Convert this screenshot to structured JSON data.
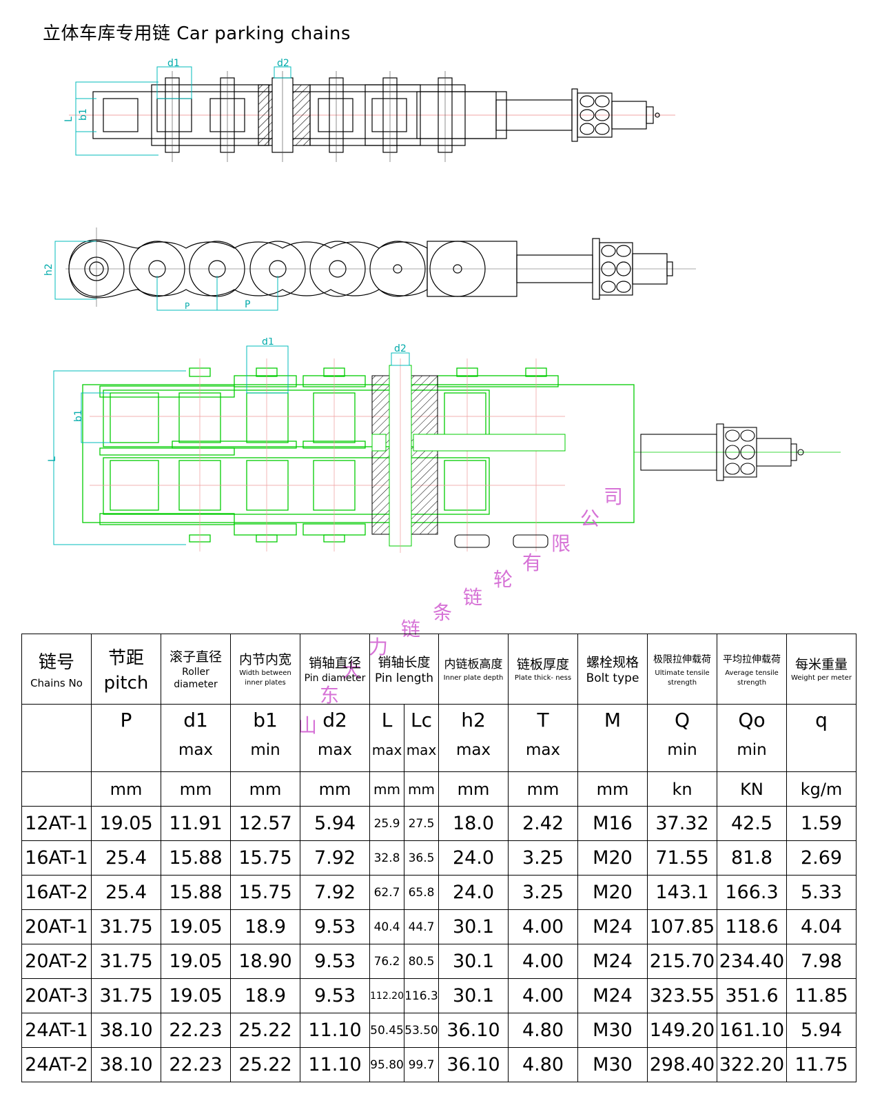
{
  "title": "立体车库专用链   Car parking   chains",
  "drawing_labels": {
    "top": {
      "d1": "d1",
      "d2": "d2",
      "b1": "b1",
      "L": "L"
    },
    "middle": {
      "h2": "h2",
      "p1": "P",
      "p2": "P"
    },
    "bottom": {
      "d1": "d1",
      "d2": "d2",
      "b1": "b1",
      "L": "L"
    }
  },
  "watermark": [
    "山",
    "东",
    "大",
    "力",
    "链",
    "条",
    "链",
    "轮",
    "有",
    "限",
    "公",
    "司"
  ],
  "table": {
    "headers": [
      {
        "zh": "链号",
        "en": "Chains  No",
        "sym": "",
        "lim": "",
        "unit": ""
      },
      {
        "zh": "节距",
        "en": "pitch",
        "sym": "P",
        "lim": "",
        "unit": "mm"
      },
      {
        "zh": "滚子直径",
        "en": "Roller diameter",
        "sym": "d1",
        "lim": "max",
        "unit": "mm"
      },
      {
        "zh": "内节内宽",
        "en": "Width between inner plates",
        "sym": "b1",
        "lim": "min",
        "unit": "mm"
      },
      {
        "zh": "销轴直径",
        "en": "Pin diameter",
        "sym": "d2",
        "lim": "max",
        "unit": "mm"
      },
      {
        "zh": "销轴长度",
        "en": "Pin length",
        "sym": "L",
        "lim": "max",
        "unit": "mm",
        "sym2": "Lc",
        "lim2": "max",
        "unit2": "mm"
      },
      {
        "zh": "内链板高度",
        "en": "Inner plate depth",
        "sym": "h2",
        "lim": "max",
        "unit": "mm"
      },
      {
        "zh": "链板厚度",
        "en": "Plate thick- ness",
        "sym": "T",
        "lim": "max",
        "unit": "mm"
      },
      {
        "zh": "螺栓规格",
        "en": "Bolt type",
        "sym": "M",
        "lim": "",
        "unit": "mm"
      },
      {
        "zh": "极限拉伸载荷",
        "en": "Ultimate tensile strength",
        "sym": "Q",
        "lim": "min",
        "unit": "kn"
      },
      {
        "zh": "平均拉伸载荷",
        "en": "Average tensile strength",
        "sym": "Qo",
        "lim": "min",
        "unit": "KN"
      },
      {
        "zh": "每米重量",
        "en": "Weight per meter",
        "sym": "q",
        "lim": "",
        "unit": "kg/m"
      }
    ],
    "rows": [
      [
        "12AT-1",
        "19.05",
        "11.91",
        "12.57",
        "5.94",
        "25.9",
        "27.5",
        "18.0",
        "2.42",
        "M16",
        "37.32",
        "42.5",
        "1.59"
      ],
      [
        "16AT-1",
        "25.4",
        "15.88",
        "15.75",
        "7.92",
        "32.8",
        "36.5",
        "24.0",
        "3.25",
        "M20",
        "71.55",
        "81.8",
        "2.69"
      ],
      [
        "16AT-2",
        "25.4",
        "15.88",
        "15.75",
        "7.92",
        "62.7",
        "65.8",
        "24.0",
        "3.25",
        "M20",
        "143.1",
        "166.3",
        "5.33"
      ],
      [
        "20AT-1",
        "31.75",
        "19.05",
        "18.9",
        "9.53",
        "40.4",
        "44.7",
        "30.1",
        "4.00",
        "M24",
        "107.85",
        "118.6",
        "4.04"
      ],
      [
        "20AT-2",
        "31.75",
        "19.05",
        "18.90",
        "9.53",
        "76.2",
        "80.5",
        "30.1",
        "4.00",
        "M24",
        "215.70",
        "234.40",
        "7.98"
      ],
      [
        "20AT-3",
        "31.75",
        "19.05",
        "18.9",
        "9.53",
        "112.20",
        "116.3",
        "30.1",
        "4.00",
        "M24",
        "323.55",
        "351.6",
        "11.85"
      ],
      [
        "24AT-1",
        "38.10",
        "22.23",
        "25.22",
        "11.10",
        "50.45",
        "53.50",
        "36.10",
        "4.80",
        "M30",
        "149.20",
        "161.10",
        "5.94"
      ],
      [
        "24AT-2",
        "38.10",
        "22.23",
        "25.22",
        "11.10",
        "95.80",
        "99.7",
        "36.10",
        "4.80",
        "M30",
        "298.40",
        "322.20",
        "11.75"
      ]
    ]
  }
}
